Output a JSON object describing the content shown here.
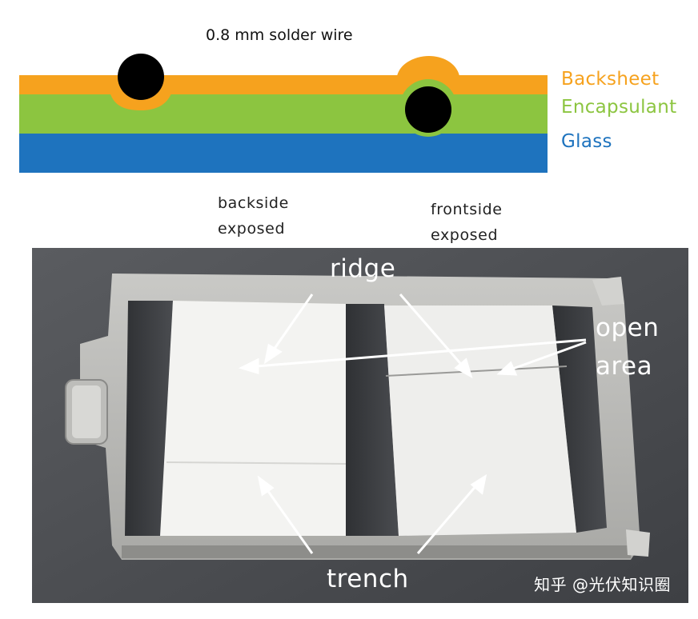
{
  "schematic": {
    "wire_caption": "0.8 mm solder wire",
    "layers": [
      {
        "name": "Backsheet",
        "color": "#F6A21E"
      },
      {
        "name": "Encapsulant",
        "color": "#8CC540"
      },
      {
        "name": "Glass",
        "color": "#1E73BE"
      }
    ],
    "wire_color": "#000000",
    "captions": {
      "backside_line1": "backside",
      "backside_line2": "exposed",
      "frontside_line1": "frontside",
      "frontside_line2": "exposed"
    }
  },
  "photo": {
    "labels": {
      "ridge": "ridge",
      "open_line1": "open",
      "open_line2": "area",
      "trench": "trench"
    },
    "watermark": "知乎 @光伏知识圈"
  }
}
